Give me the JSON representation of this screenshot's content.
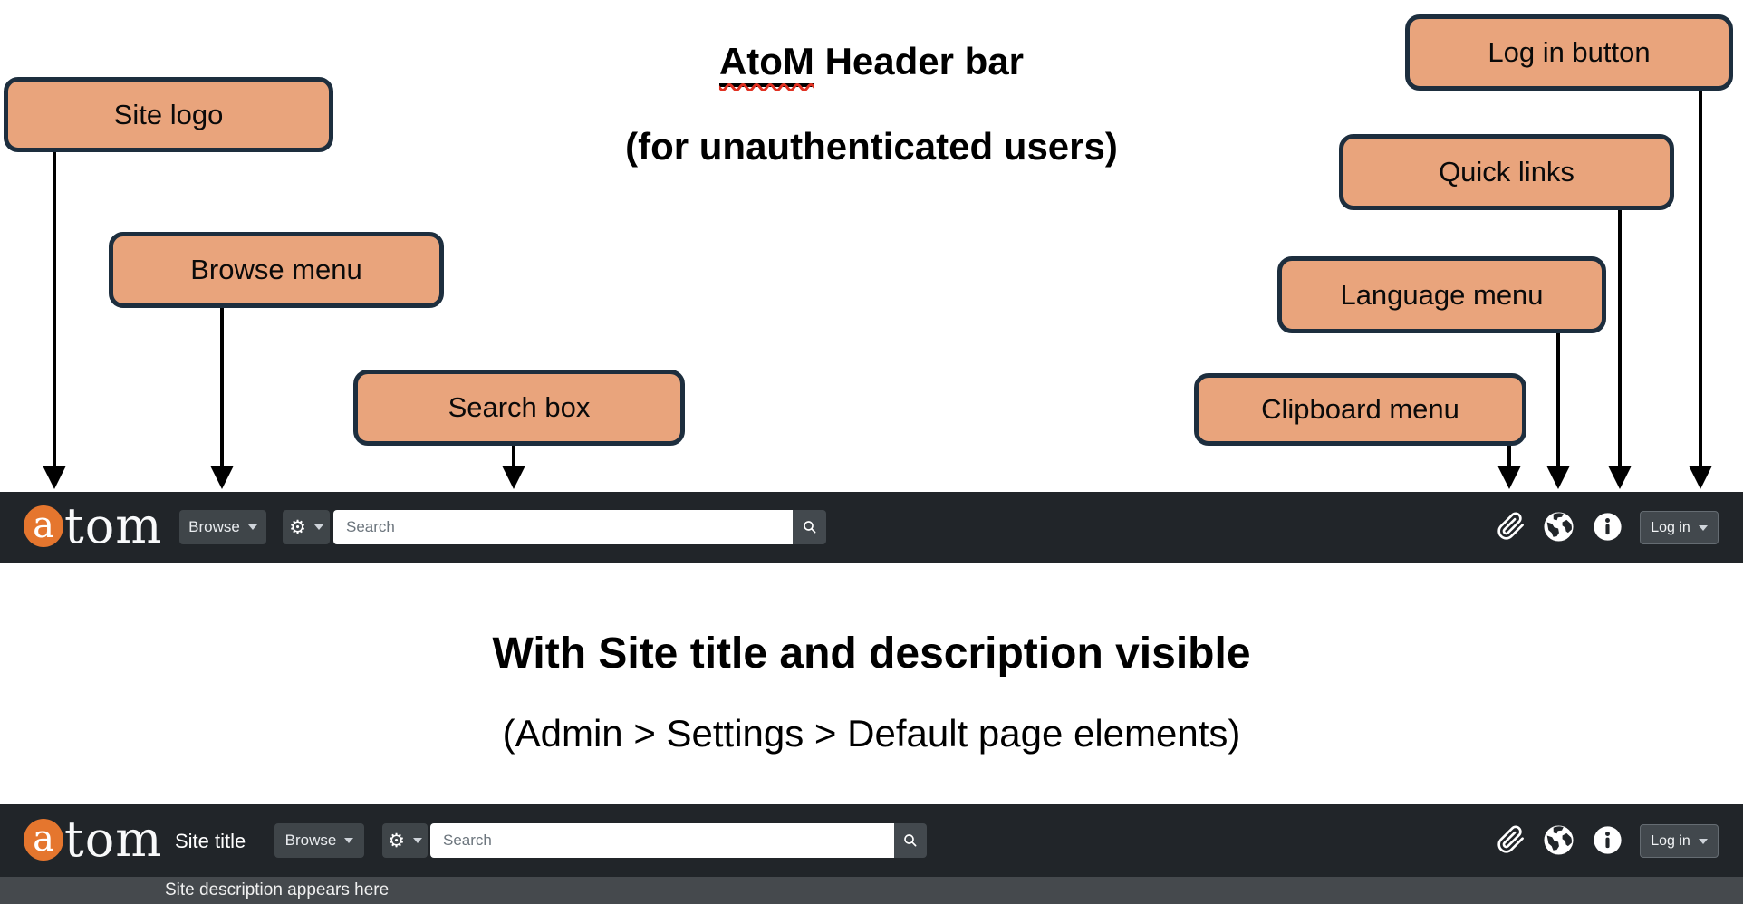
{
  "colors": {
    "header_bg": "#212529",
    "button_bg": "#3f4549",
    "logo_orange": "#e5762e",
    "callout_fill": "#e9a47c",
    "callout_border": "#1d2e3e",
    "description_bar_bg": "#45494d",
    "squiggle_red": "#e03122"
  },
  "annotations": {
    "title_word": "AtoM",
    "title_rest": " Header bar",
    "subtitle": "(for unauthenticated users)",
    "section2_title": "With Site title and description visible",
    "section2_subtitle": "(Admin > Settings > Default page elements)",
    "callouts": [
      {
        "id": "site-logo",
        "label": "Site logo"
      },
      {
        "id": "browse-menu",
        "label": "Browse menu"
      },
      {
        "id": "search-box",
        "label": "Search box"
      },
      {
        "id": "clipboard-menu",
        "label": "Clipboard menu"
      },
      {
        "id": "language-menu",
        "label": "Language menu"
      },
      {
        "id": "quick-links",
        "label": "Quick links"
      },
      {
        "id": "log-in-button",
        "label": "Log in button"
      }
    ]
  },
  "icons": {
    "gear_glyph": "⚙",
    "right_cluster": [
      "paperclip-icon",
      "globe-icon",
      "info-icon"
    ]
  },
  "header_unauthenticated": {
    "logo_a": "a",
    "logo_rest": "tom",
    "browse_label": "Browse",
    "search_placeholder": "Search",
    "login_label": "Log in"
  },
  "header_with_title": {
    "logo_a": "a",
    "logo_rest": "tom",
    "site_title": "Site title",
    "browse_label": "Browse",
    "search_placeholder": "Search",
    "login_label": "Log in",
    "site_description": "Site description appears here"
  }
}
